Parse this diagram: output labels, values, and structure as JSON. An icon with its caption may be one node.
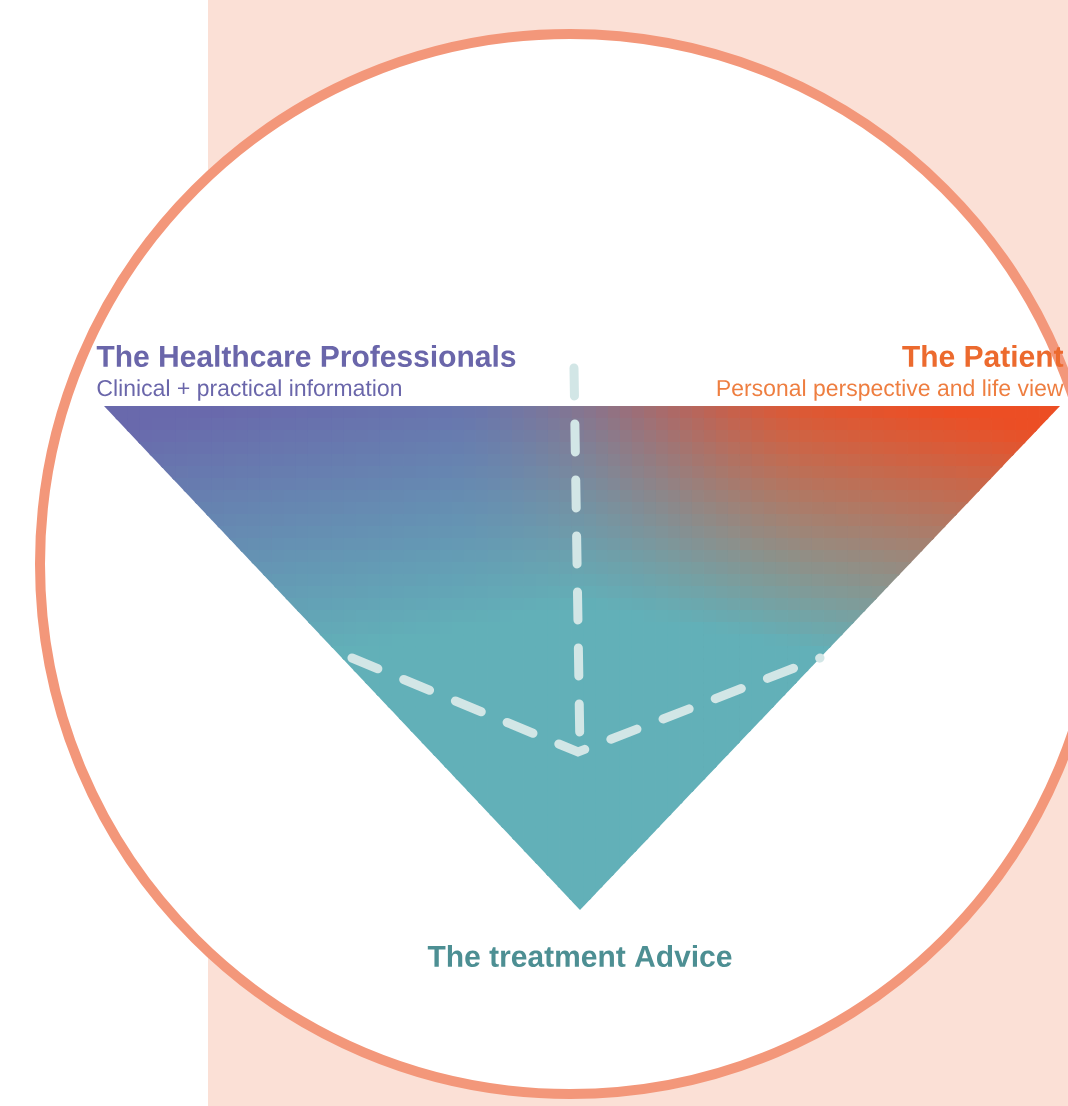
{
  "diagram": {
    "labels": [
      "The Healthcare Professionals",
      "Clinical + practical information",
      "The Patient",
      "Personal perspective and life view",
      "The treatment Advice"
    ]
  }
}
